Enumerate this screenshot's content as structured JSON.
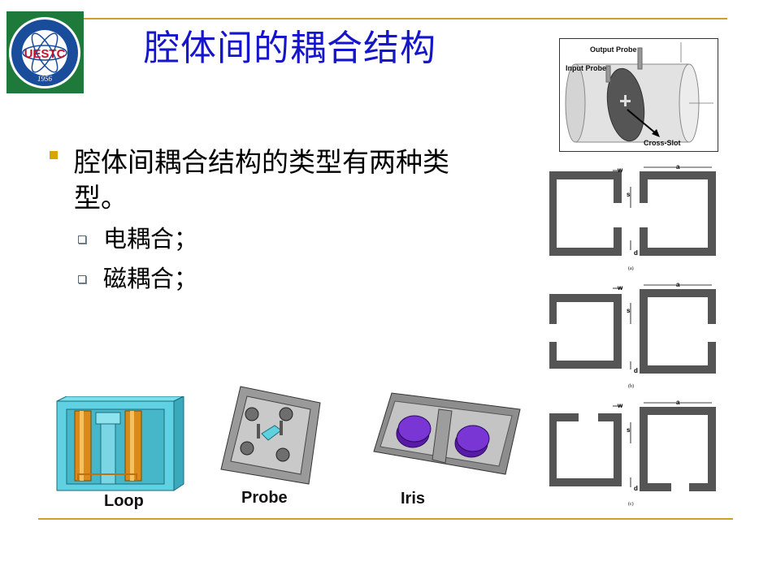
{
  "title": "腔体间的耦合结构",
  "logo": {
    "text": "UESTC",
    "year": "1956"
  },
  "main_bullet": "腔体间耦合结构的类型有两种类型。",
  "sub_bullets": [
    "电耦合；",
    "磁耦合；"
  ],
  "figure_captions": {
    "loop": "Loop",
    "probe": "Probe",
    "iris": "Iris"
  },
  "cavity_figure": {
    "output_probe": "Output Probe",
    "input_probe": "Input Probe",
    "cross_slot": "Cross-Slot"
  },
  "resonator_figures": [
    {
      "label": "(a)",
      "w": "w",
      "a": "a",
      "s": "s",
      "d": "d"
    },
    {
      "label": "(b)",
      "w": "w",
      "a": "a",
      "s": "s",
      "d": "d"
    },
    {
      "label": "(c)",
      "w": "w",
      "a": "a",
      "s": "s",
      "d": "d"
    }
  ],
  "colors": {
    "title": "#1515cc",
    "rule": "#c9a227",
    "bullet": "#d9a400"
  }
}
